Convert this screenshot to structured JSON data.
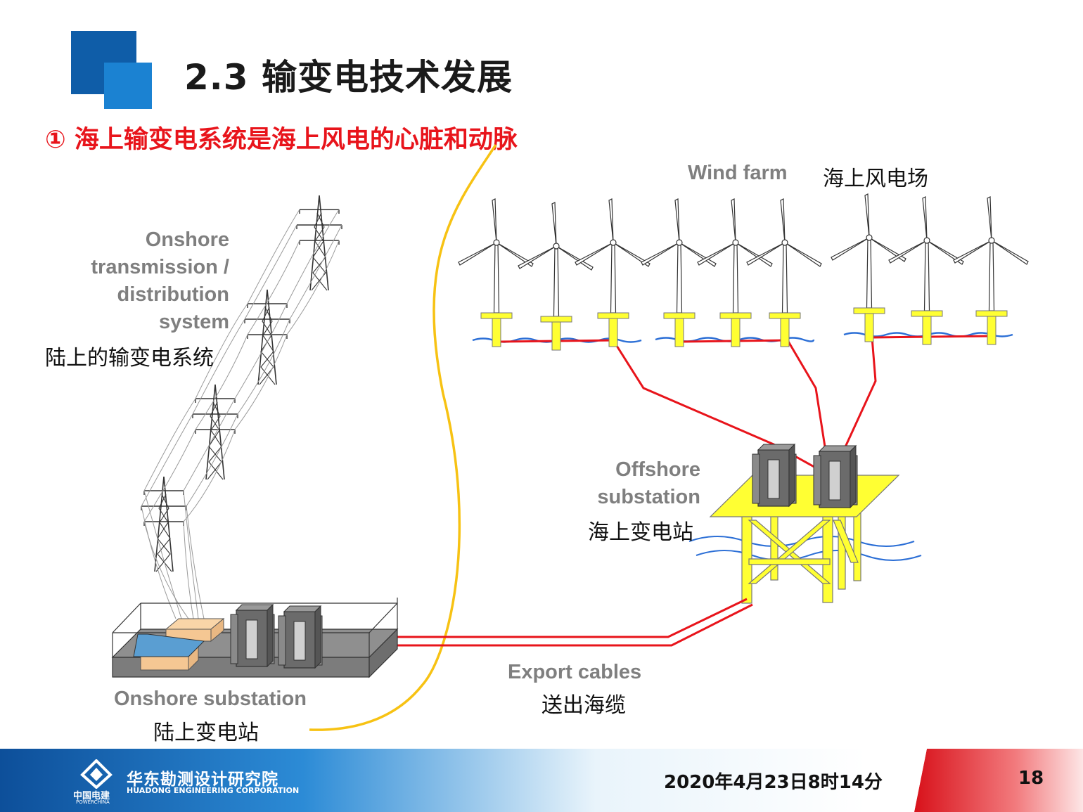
{
  "header": {
    "title": "2.3  输变电技术发展",
    "subtitle": "① 海上输变电系统是海上风电的心脏和动脉"
  },
  "diagram": {
    "wind_farm": {
      "label_en": "Wind farm",
      "label_cn": "海上风电场"
    },
    "onshore_system": {
      "label_en_lines": [
        "Onshore",
        "transmission /",
        "distribution",
        "system"
      ],
      "label_cn": "陆上的输变电系统"
    },
    "offshore_substation": {
      "label_en_lines": [
        "Offshore",
        "substation"
      ],
      "label_cn": "海上变电站"
    },
    "onshore_substation": {
      "label_en": "Onshore substation",
      "label_cn": "陆上变电站"
    },
    "export_cables": {
      "label_en": "Export cables",
      "label_cn": "送出海缆"
    },
    "colors": {
      "cable": "#e8141b",
      "platform": "#ffff33",
      "sea": "#2c6fd6",
      "divider": "#f7c213"
    }
  },
  "footer": {
    "org_cn": "华东勘测设计研究院",
    "org_en": "HUADONG ENGINEERING CORPORATION",
    "logo_cn": "中国电建",
    "logo_en": "POWERCHINA",
    "date": "2020年4月23日8时14分",
    "page": "18"
  }
}
